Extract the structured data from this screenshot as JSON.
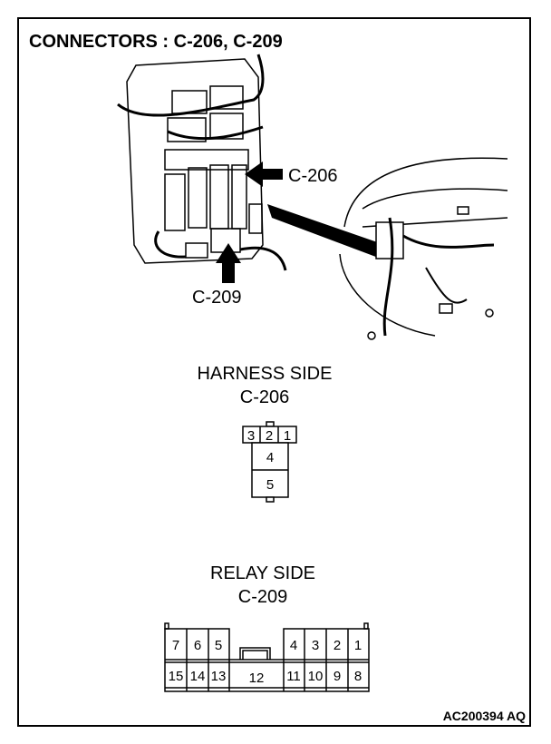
{
  "title": "CONNECTORS : C-206, C-209",
  "callouts": {
    "c206": "C-206",
    "c209": "C-209"
  },
  "harness": {
    "heading": "HARNESS SIDE",
    "connector": "C-206",
    "pins_top": [
      "3",
      "2",
      "1"
    ],
    "pins_body": [
      "4",
      "5"
    ]
  },
  "relay": {
    "heading": "RELAY SIDE",
    "connector": "C-209",
    "row1_left": [
      "7",
      "6",
      "5"
    ],
    "row1_right": [
      "4",
      "3",
      "2",
      "1"
    ],
    "row2_left": [
      "15",
      "14",
      "13"
    ],
    "row2_center": "12",
    "row2_right": [
      "11",
      "10",
      "9",
      "8"
    ]
  },
  "figure_id": "AC200394 AQ"
}
